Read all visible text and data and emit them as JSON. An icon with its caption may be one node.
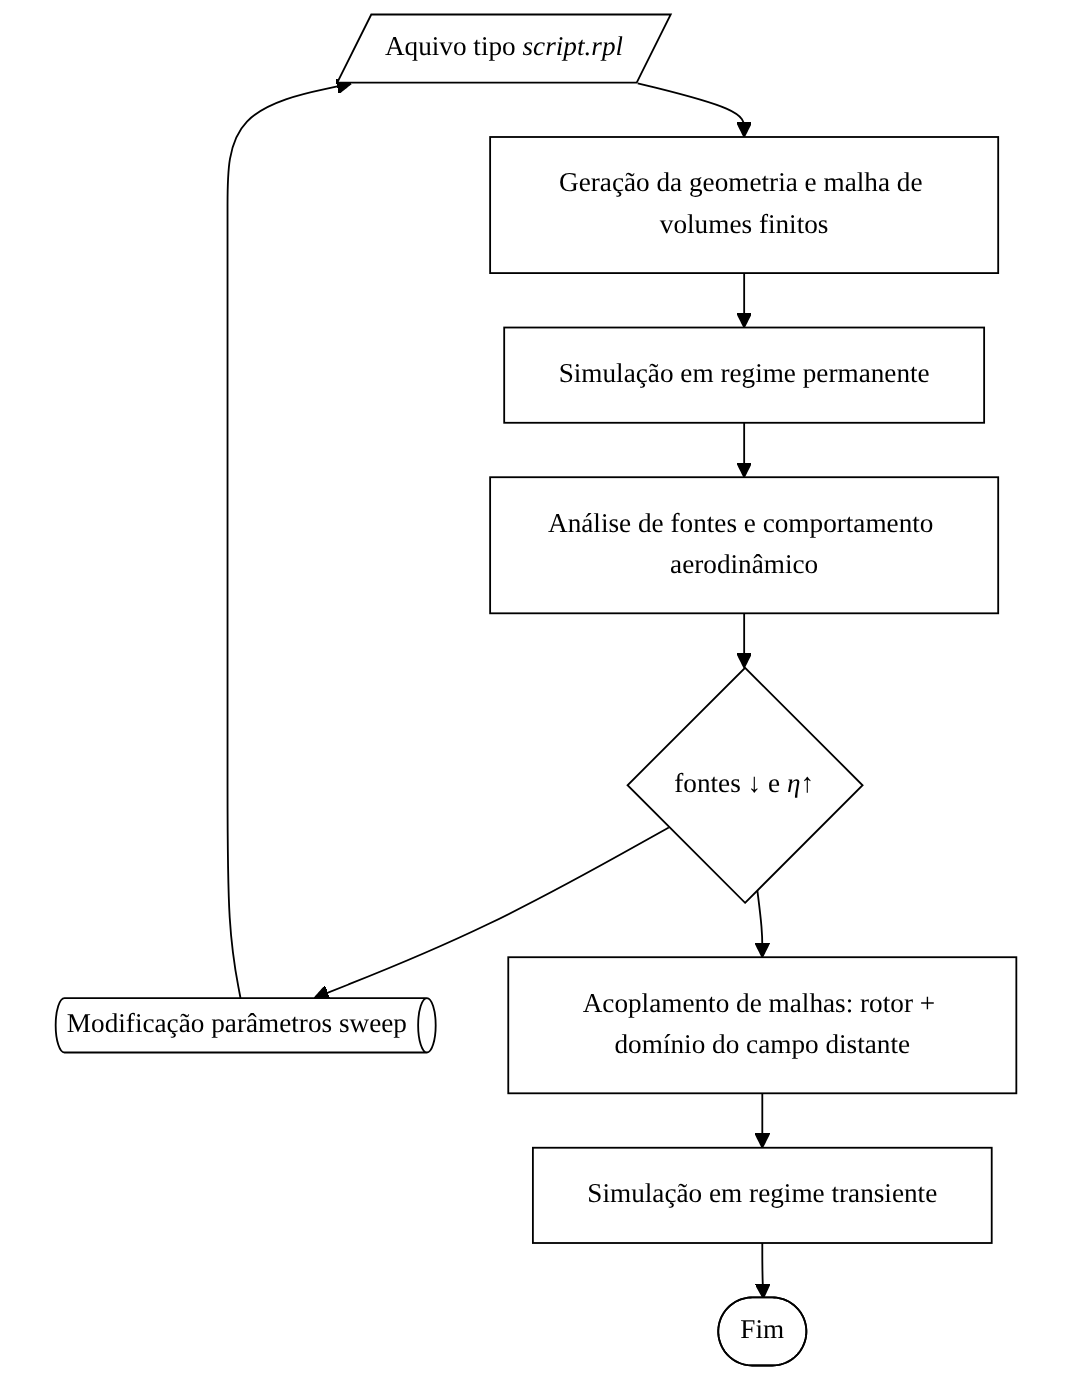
{
  "diagram": {
    "nodes": [
      {
        "text": [
          "Aquivo tipo *script.rpl*"
        ]
      },
      {
        "text": [
          "Modificação parâmetros sweep"
        ]
      },
      {
        "text": [
          "Geração da geometria e malha de volumes finitos"
        ]
      },
      {
        "text": [
          "Simulação em regime permanente"
        ]
      },
      {
        "text": [
          "Análise de fontes e comportamento aerodinâmico"
        ]
      },
      {
        "text": [
          "fontes ↓ e *η*↑"
        ]
      },
      {
        "text": [
          "Acoplamento de malhas: rotor + domínio do campo distante"
        ]
      },
      {
        "text": [
          "Simulação em regime transiente"
        ]
      },
      {
        "text": [
          "Fim"
        ]
      }
    ],
    "edges": [
      {
        "from": 0,
        "to": 2,
        "arrow": "to"
      },
      {
        "from": 2,
        "to": 3,
        "arrow": "to"
      },
      {
        "from": 3,
        "to": 4,
        "arrow": "to"
      },
      {
        "from": 4,
        "to": 5,
        "arrow": "to"
      },
      {
        "from": 5,
        "to": 1,
        "arrow": "to"
      },
      {
        "from": 1,
        "to": 0,
        "arrow": "to"
      },
      {
        "from": 5,
        "to": 6,
        "arrow": "to"
      },
      {
        "from": 6,
        "to": 7,
        "arrow": "to"
      },
      {
        "from": 7,
        "to": 8,
        "arrow": "to"
      }
    ]
  }
}
